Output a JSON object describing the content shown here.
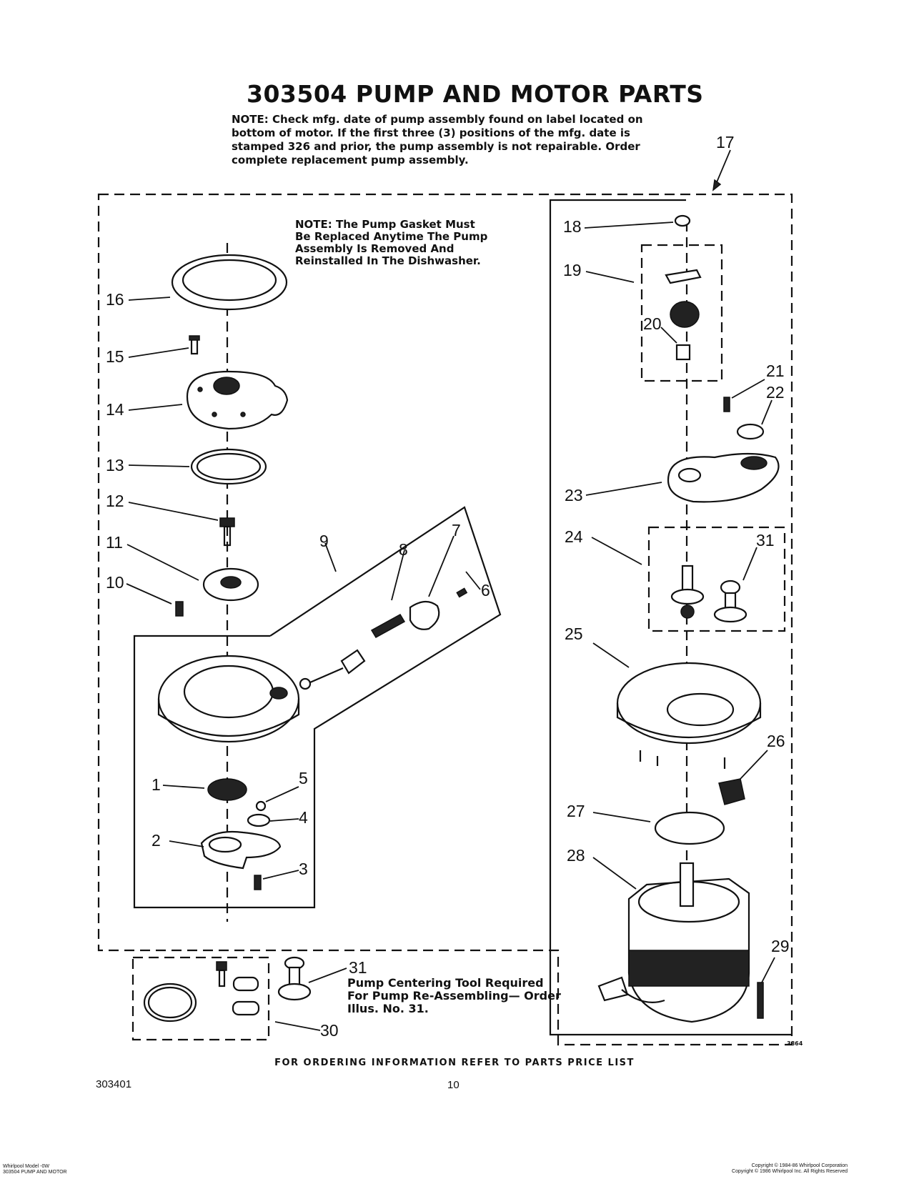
{
  "title": "303504 PUMP AND MOTOR PARTS",
  "note_top": "NOTE:   Check mfg. date of pump assembly found on label located on bottom of motor. If the first three (3) positions of the mfg. date is stamped 326 and prior, the pump assembly is not repairable. Order complete replacement pump assembly.",
  "note_gasket": "NOTE: The Pump Gasket Must Be Replaced Anytime The Pump Assembly Is Removed And Reinstalled In The Dishwasher.",
  "tool_note": "Pump Centering Tool Required For Pump Re-Assembling— Order Illus. No. 31.",
  "footer": "FOR ORDERING INFORMATION REFER TO PARTS PRICE LIST",
  "doc_number": "303401",
  "page_number": "10",
  "diagram_code": "3864",
  "bottom_left": [
    "Whirlpool Model -0W",
    "303504 PUMP AND MOTOR"
  ],
  "bottom_right": [
    "Copyright © 1984-86 Whirlpool Corporation",
    "Copyright © 1986 Whirlpool Inc. All Rights Reserved"
  ],
  "callouts": {
    "n1": "1",
    "n2": "2",
    "n3": "3",
    "n4": "4",
    "n5": "5",
    "n6": "6",
    "n7": "7",
    "n8": "8",
    "n9": "9",
    "n10": "10",
    "n11": "11",
    "n12": "12",
    "n13": "13",
    "n14": "14",
    "n15": "15",
    "n16": "16",
    "n17": "17",
    "n18": "18",
    "n19": "19",
    "n20": "20",
    "n21": "21",
    "n22": "22",
    "n23": "23",
    "n24": "24",
    "n25": "25",
    "n26": "26",
    "n27": "27",
    "n28": "28",
    "n29": "29",
    "n30": "30",
    "n31a": "31",
    "n31b": "31"
  }
}
